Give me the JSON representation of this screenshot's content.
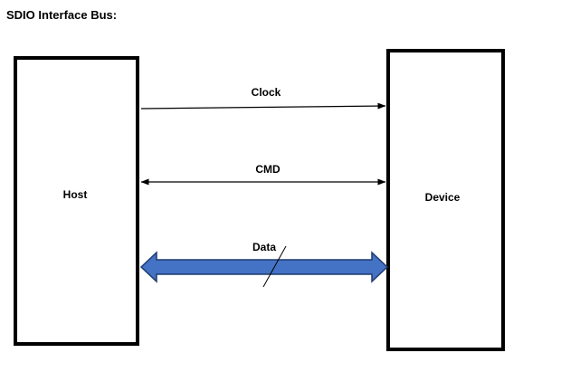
{
  "title": "SDIO Interface Bus:",
  "nodes": {
    "host": {
      "label": "Host"
    },
    "device": {
      "label": "Device"
    }
  },
  "signals": {
    "clock": {
      "label": "Clock",
      "direction": "host-to-device"
    },
    "cmd": {
      "label": "CMD",
      "direction": "bidirectional"
    },
    "data": {
      "label": "Data",
      "direction": "bidirectional",
      "style": "bus"
    }
  },
  "colors": {
    "bus_fill": "#4472c4",
    "bus_outline": "#1f3b6e",
    "line": "#000000"
  }
}
